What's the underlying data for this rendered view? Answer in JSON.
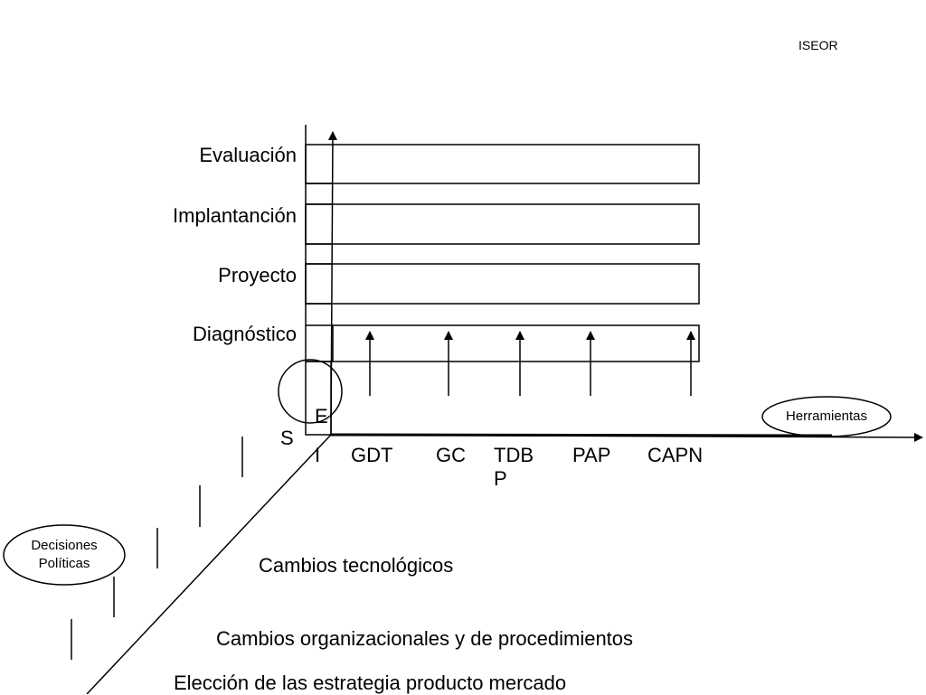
{
  "header": {
    "tag": "ISEOR"
  },
  "phases": [
    "Evaluación",
    "Implantanción",
    "Proyecto",
    "Diagnóstico"
  ],
  "letters": {
    "e": "E",
    "s": "S",
    "i": "I"
  },
  "tools": [
    "GDT",
    "GC",
    "TDB\nP",
    "PAP",
    "CAPN"
  ],
  "ovals": {
    "herramientas": "Herramientas",
    "decisiones": "Decisiones\nPolíticas"
  },
  "changes": [
    "Cambios tecnológicos",
    "Cambios organizacionales y de procedimientos",
    "Elección de las estrategia producto mercado"
  ]
}
